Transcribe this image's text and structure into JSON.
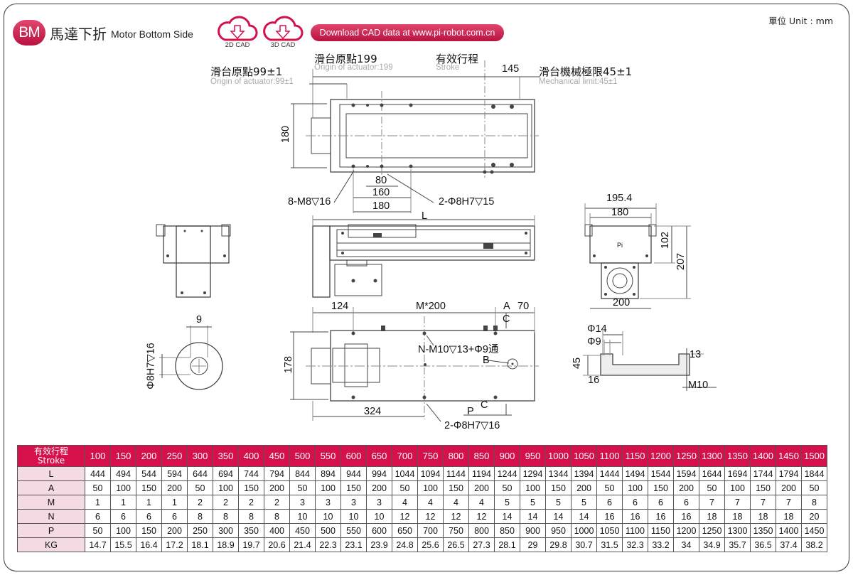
{
  "header": {
    "badge": "BM",
    "title_zh": "馬達下折",
    "title_en": "Motor Bottom Side",
    "cad_2d": "2D CAD",
    "cad_3d": "3D CAD",
    "download": "Download CAD data at www.pi-robot.com.cn",
    "unit": "單位 Unit : mm"
  },
  "top_view": {
    "origin_left_zh": "滑台原點99±1",
    "origin_left_en": "Origin of actuator:99±1",
    "origin_center_zh": "滑台原點199",
    "origin_center_en": "Origin of actuator:199",
    "stroke_zh": "有效行程",
    "stroke_en": "Stroke",
    "dim_145": "145",
    "mech_limit_zh": "滑台機械極限45±1",
    "mech_limit_en": "Mechanical limit:45±1",
    "dim_180_height": "180",
    "dim_80": "80",
    "dim_160": "160",
    "dim_180_width": "180",
    "tap_holes": "8-M8▽16",
    "pin_holes": "2-Φ8H7▽15"
  },
  "side_view": {
    "length_label": "L"
  },
  "end_view": {
    "dim_195_4": "195.4",
    "dim_180": "180",
    "dim_102": "102",
    "dim_207": "207",
    "dim_200": "200",
    "logo": "Pi"
  },
  "bottom_view": {
    "dim_124": "124",
    "pitch": "M*200",
    "label_a": "A",
    "dim_70": "70",
    "label_c_top": "C",
    "mount_holes": "N-M10▽13+Φ9通",
    "label_b": "B",
    "dim_178": "178",
    "dim_324": "324",
    "label_p": "P",
    "label_c_bottom": "C",
    "pin_holes": "2-Φ8H7▽16"
  },
  "detail_b": {
    "dim_9": "9",
    "pin": "Φ8H7▽16"
  },
  "section_c": {
    "phi14": "Φ14",
    "phi9": "Φ9",
    "dim_13": "13",
    "dim_45": "45",
    "dim_16": "16",
    "thread": "M10"
  },
  "spec_table": {
    "header_zh": "有效行程",
    "header_en": "Stroke",
    "strokes": [
      "100",
      "150",
      "200",
      "250",
      "300",
      "350",
      "400",
      "450",
      "500",
      "550",
      "600",
      "650",
      "700",
      "750",
      "800",
      "850",
      "900",
      "950",
      "1000",
      "1050",
      "1100",
      "1150",
      "1200",
      "1250",
      "1300",
      "1350",
      "1400",
      "1450",
      "1500"
    ],
    "rows": [
      {
        "label": "L",
        "values": [
          "444",
          "494",
          "544",
          "594",
          "644",
          "694",
          "744",
          "794",
          "844",
          "894",
          "944",
          "994",
          "1044",
          "1094",
          "1144",
          "1194",
          "1244",
          "1294",
          "1344",
          "1394",
          "1444",
          "1494",
          "1544",
          "1594",
          "1644",
          "1694",
          "1744",
          "1794",
          "1844"
        ]
      },
      {
        "label": "A",
        "values": [
          "50",
          "100",
          "150",
          "200",
          "50",
          "100",
          "150",
          "200",
          "50",
          "100",
          "150",
          "200",
          "50",
          "100",
          "150",
          "200",
          "50",
          "100",
          "150",
          "200",
          "50",
          "100",
          "150",
          "200",
          "50",
          "100",
          "150",
          "200",
          "50"
        ]
      },
      {
        "label": "M",
        "values": [
          "1",
          "1",
          "1",
          "1",
          "2",
          "2",
          "2",
          "2",
          "3",
          "3",
          "3",
          "3",
          "4",
          "4",
          "4",
          "4",
          "5",
          "5",
          "5",
          "5",
          "6",
          "6",
          "6",
          "6",
          "7",
          "7",
          "7",
          "7",
          "8"
        ]
      },
      {
        "label": "N",
        "values": [
          "6",
          "6",
          "6",
          "6",
          "8",
          "8",
          "8",
          "8",
          "10",
          "10",
          "10",
          "10",
          "12",
          "12",
          "12",
          "12",
          "14",
          "14",
          "14",
          "14",
          "16",
          "16",
          "16",
          "16",
          "18",
          "18",
          "18",
          "18",
          "20"
        ]
      },
      {
        "label": "P",
        "values": [
          "50",
          "100",
          "150",
          "200",
          "250",
          "300",
          "350",
          "400",
          "450",
          "500",
          "550",
          "600",
          "650",
          "700",
          "750",
          "800",
          "850",
          "900",
          "950",
          "1000",
          "1050",
          "1100",
          "1150",
          "1200",
          "1250",
          "1300",
          "1350",
          "1400",
          "1450"
        ]
      },
      {
        "label": "KG",
        "values": [
          "14.7",
          "15.5",
          "16.4",
          "17.2",
          "18.1",
          "18.9",
          "19.7",
          "20.6",
          "21.4",
          "22.3",
          "23.1",
          "23.9",
          "24.8",
          "25.6",
          "26.5",
          "27.3",
          "28.1",
          "29",
          "29.8",
          "30.7",
          "31.5",
          "32.3",
          "33.2",
          "34",
          "34.9",
          "35.7",
          "36.5",
          "37.4",
          "38.2"
        ]
      }
    ]
  }
}
